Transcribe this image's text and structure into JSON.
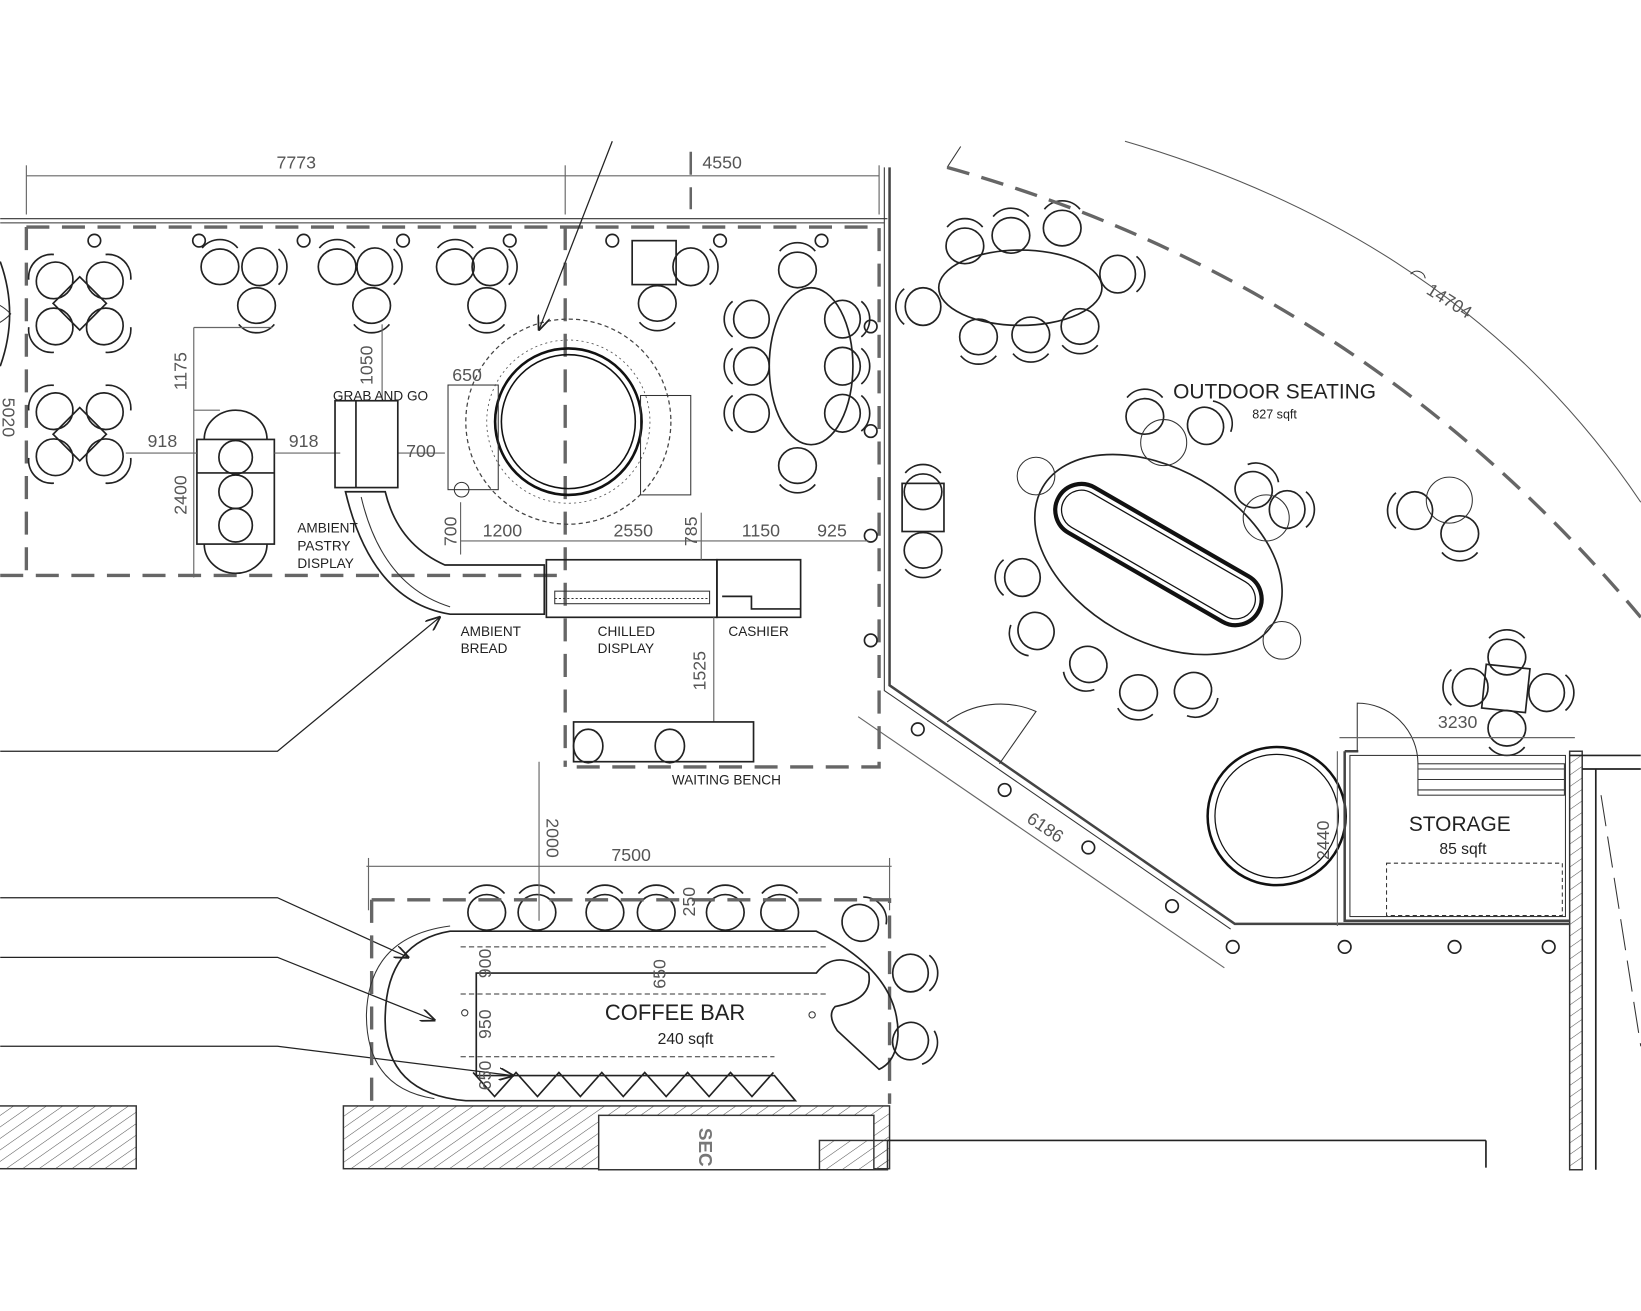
{
  "rooms": {
    "outdoor": {
      "name": "OUTDOOR SEATING",
      "area": "827 sqft"
    },
    "storage": {
      "name": "STORAGE",
      "area": "85 sqft"
    },
    "coffee_bar": {
      "name": "COFFEE BAR",
      "area": "240 sqft"
    }
  },
  "labels": {
    "grab_and_go": "GRAB AND GO",
    "ambient_pastry": [
      "AMBIENT",
      "PASTRY",
      "DISPLAY"
    ],
    "ambient_bread": [
      "AMBIENT",
      "BREAD"
    ],
    "chilled_display": [
      "CHILLED",
      "DISPLAY"
    ],
    "cashier": "CASHIER",
    "waiting_bench": "WAITING BENCH",
    "section_mark": "SEC"
  },
  "dimensions": {
    "top_width_left": "7773",
    "top_width_right": "4550",
    "left_height": "5020",
    "clear_918_a": "918",
    "clear_918_b": "918",
    "gap_1175": "1175",
    "island_2400": "2400",
    "gap_1050": "1050",
    "gap_700_grab": "700",
    "stair_650": "650",
    "counter_700": "700",
    "counter_1200": "1200",
    "counter_2550": "2550",
    "counter_785": "785",
    "counter_1150": "1150",
    "counter_925": "925",
    "bench_1525": "1525",
    "gap_2000": "2000",
    "bar_7500": "7500",
    "bar_250": "250",
    "bar_900": "900",
    "bar_650_mid": "650",
    "bar_950": "950",
    "bar_650_low": "650",
    "arc_14704": "14704",
    "facade_6186": "6186",
    "storage_3230": "3230",
    "storage_2440": "2440"
  }
}
